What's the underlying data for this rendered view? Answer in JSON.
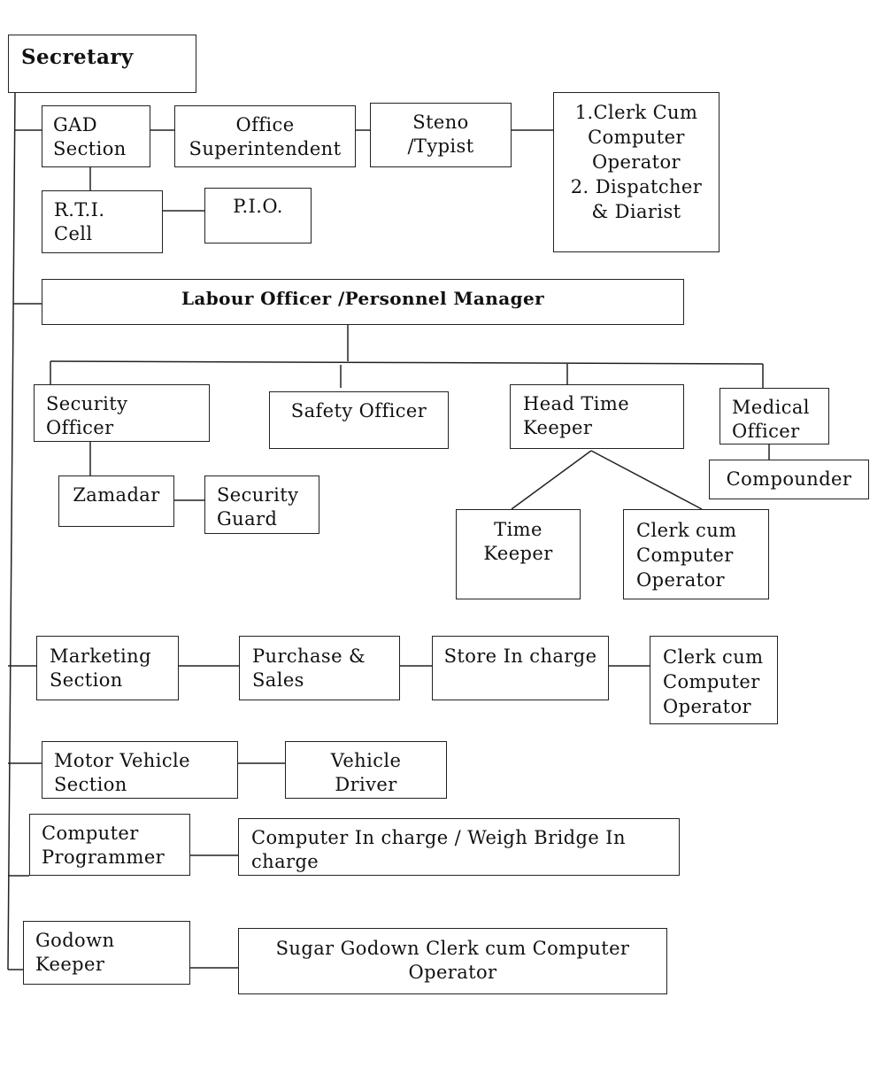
{
  "nodes": {
    "secretary": "Secretary",
    "gad_section": "GAD\nSection",
    "office_superintendent": "Office\nSuperintendent",
    "steno_typist": "Steno\n/Typist",
    "clerk_dispatcher": "1.Clerk Cum\nComputer\nOperator\n2. Dispatcher\n& Diarist",
    "rti_cell": "R.T.I.\nCell",
    "pio": "P.I.O.",
    "labour_officer": "Labour Officer /Personnel Manager",
    "security_officer": "Security\nOfficer",
    "safety_officer": "Safety Officer",
    "head_time_keeper": "Head Time\nKeeper",
    "medical_officer": "Medical\nOfficer",
    "compounder": "Compounder",
    "zamadar": "Zamadar",
    "security_guard": "Security\nGuard",
    "time_keeper": "Time\nKeeper",
    "clerk_cum_computer_operator_1": "Clerk cum\nComputer\nOperator",
    "marketing_section": "Marketing\nSection",
    "purchase_sales": "Purchase &\nSales",
    "store_in_charge": "Store In charge",
    "clerk_cum_computer_operator_2": "Clerk cum\nComputer\nOperator",
    "motor_vehicle_section": "Motor Vehicle\nSection",
    "vehicle_driver": "Vehicle\nDriver",
    "computer_programmer": "Computer\nProgrammer",
    "computer_in_charge": "Computer In charge / Weigh Bridge In\ncharge",
    "godown_keeper": "Godown\nKeeper",
    "sugar_godown_clerk": "Sugar Godown Clerk cum Computer\nOperator"
  },
  "colors": {
    "line": "#222222",
    "background": "#ffffff"
  }
}
